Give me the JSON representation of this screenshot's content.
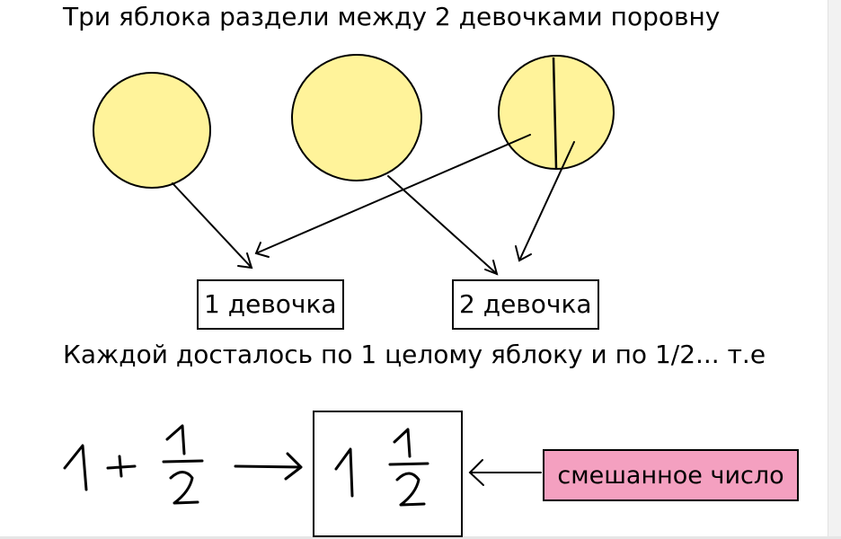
{
  "problem": {
    "title": "Три яблока раздели между 2 девочками поровну",
    "result_text": "Каждой досталось по 1 целому яблоку и по 1/2... т.е"
  },
  "apples": [
    {
      "name": "apple-1",
      "split": false
    },
    {
      "name": "apple-2",
      "split": false
    },
    {
      "name": "apple-3",
      "split": true
    }
  ],
  "girls": [
    {
      "label": "1 девочка"
    },
    {
      "label": "2 девочка"
    }
  ],
  "equation": {
    "whole": "1",
    "plus": "+",
    "numerator": "1",
    "denominator": "2",
    "mixed_whole": "1",
    "mixed_numerator": "1",
    "mixed_denominator": "2"
  },
  "mixed_number_label": "смешанное число",
  "colors": {
    "apple_fill": "#fff39a",
    "label_fill": "#f4a0c0",
    "ink": "#000000"
  }
}
